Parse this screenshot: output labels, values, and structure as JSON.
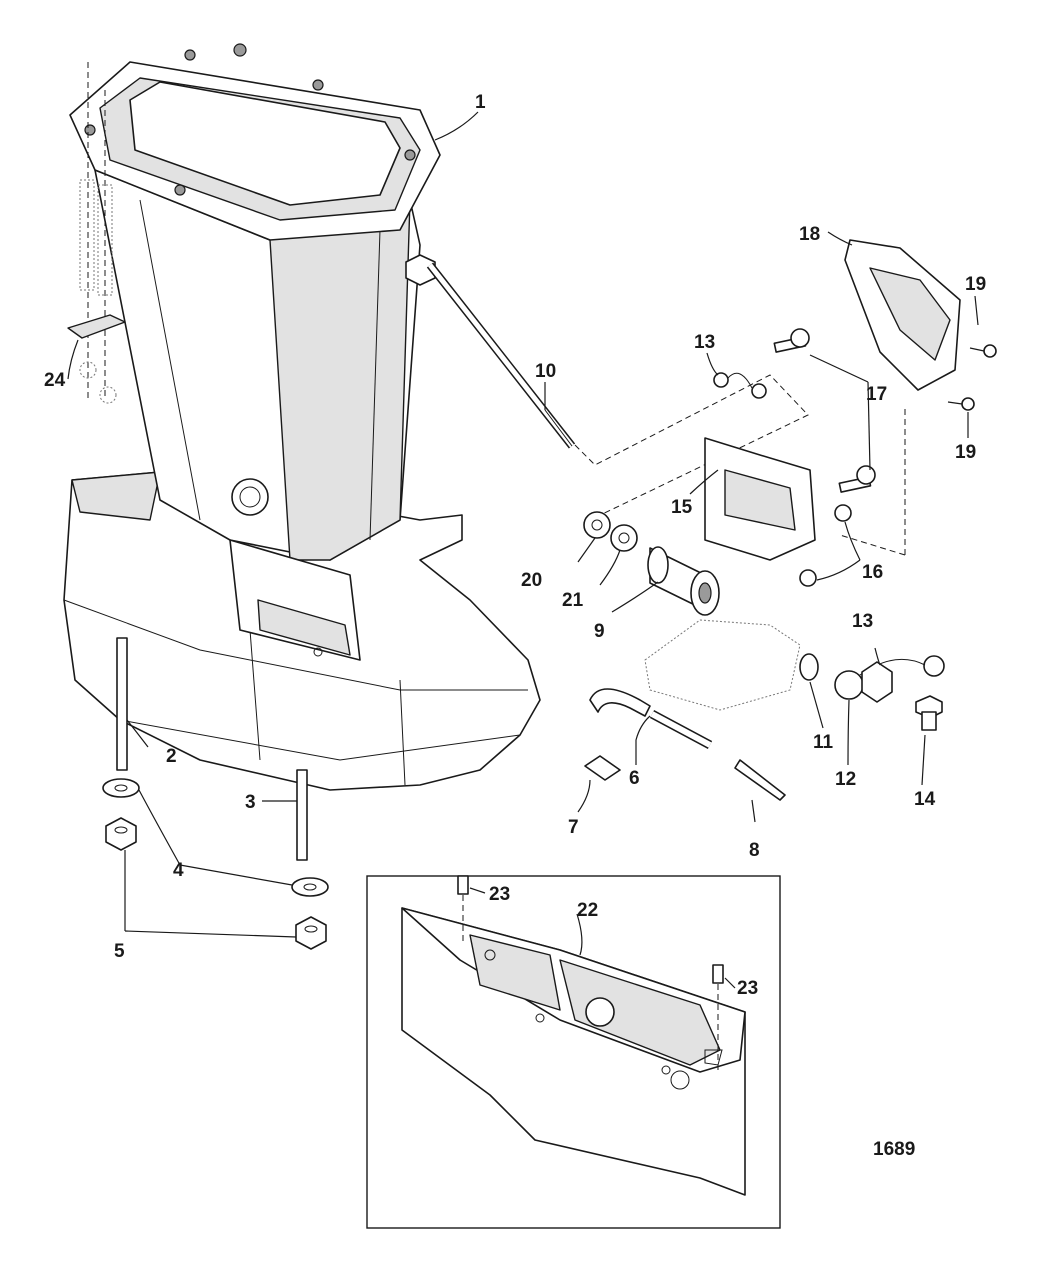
{
  "diagram": {
    "figure_number": "1689",
    "callouts": [
      {
        "id": "c1",
        "label": "1"
      },
      {
        "id": "c2",
        "label": "2"
      },
      {
        "id": "c3",
        "label": "3"
      },
      {
        "id": "c4",
        "label": "4"
      },
      {
        "id": "c5",
        "label": "5"
      },
      {
        "id": "c6",
        "label": "6"
      },
      {
        "id": "c7",
        "label": "7"
      },
      {
        "id": "c8",
        "label": "8"
      },
      {
        "id": "c9",
        "label": "9"
      },
      {
        "id": "c10",
        "label": "10"
      },
      {
        "id": "c11",
        "label": "11"
      },
      {
        "id": "c12",
        "label": "12"
      },
      {
        "id": "c13a",
        "label": "13"
      },
      {
        "id": "c13b",
        "label": "13"
      },
      {
        "id": "c14",
        "label": "14"
      },
      {
        "id": "c15",
        "label": "15"
      },
      {
        "id": "c16",
        "label": "16"
      },
      {
        "id": "c17",
        "label": "17"
      },
      {
        "id": "c18",
        "label": "18"
      },
      {
        "id": "c19a",
        "label": "19"
      },
      {
        "id": "c19b",
        "label": "19"
      },
      {
        "id": "c20",
        "label": "20"
      },
      {
        "id": "c21",
        "label": "21"
      },
      {
        "id": "c22",
        "label": "22"
      },
      {
        "id": "c23a",
        "label": "23"
      },
      {
        "id": "c23b",
        "label": "23"
      },
      {
        "id": "c24",
        "label": "24"
      }
    ]
  }
}
